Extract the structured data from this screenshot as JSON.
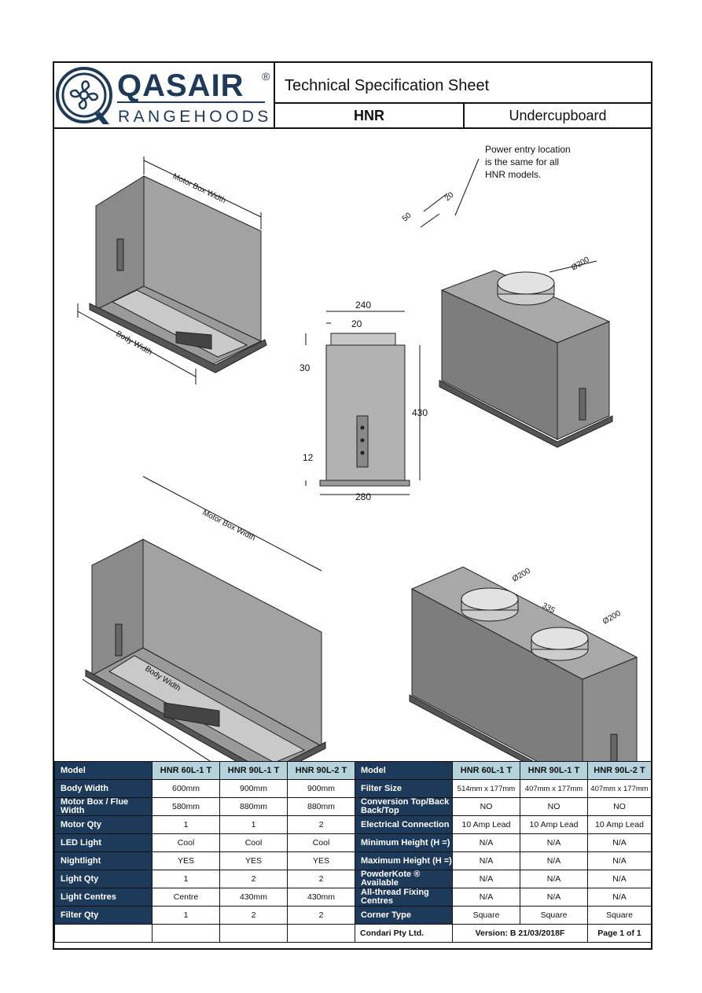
{
  "logo": {
    "wordmark": "QASAIR",
    "registered": "®",
    "subtitle": "RANGEHOODS"
  },
  "header": {
    "title": "Technical Specification Sheet",
    "model": "HNR",
    "type": "Undercupboard"
  },
  "drawing": {
    "power_note": [
      "Power entry location",
      "is the same for all",
      "HNR models."
    ],
    "labels": {
      "motor_box_width": "Motor Box Width",
      "body_width": "Body Width"
    },
    "dims": {
      "d20a": "20",
      "d50": "50",
      "dia200a": "Ø200",
      "dia200b": "Ø200",
      "dia200c": "Ø200",
      "d335": "335",
      "d240": "240",
      "d20b": "20",
      "d30": "30",
      "d430": "430",
      "d12": "12",
      "d280": "280"
    }
  },
  "spec_left": {
    "header": [
      "Model",
      "HNR 60L-1 T",
      "HNR 90L-1 T",
      "HNR 90L-2 T"
    ],
    "rows": [
      [
        "Body Width",
        "600mm",
        "900mm",
        "900mm"
      ],
      [
        "Motor Box / Flue Width",
        "580mm",
        "880mm",
        "880mm"
      ],
      [
        "Motor Qty",
        "1",
        "1",
        "2"
      ],
      [
        "LED Light",
        "Cool",
        "Cool",
        "Cool"
      ],
      [
        "Nightlight",
        "YES",
        "YES",
        "YES"
      ],
      [
        "Light Qty",
        "1",
        "2",
        "2"
      ],
      [
        "Light Centres",
        "Centre",
        "430mm",
        "430mm"
      ],
      [
        "Filter Qty",
        "1",
        "2",
        "2"
      ]
    ]
  },
  "spec_right": {
    "header": [
      "Model",
      "HNR 60L-1 T",
      "HNR 90L-1 T",
      "HNR 90L-2 T"
    ],
    "rows": [
      [
        "Filter Size",
        "514mm x 177mm",
        "407mm x 177mm",
        "407mm x 177mm"
      ],
      [
        "Conversion Top/Back  Back/Top",
        "NO",
        "NO",
        "NO"
      ],
      [
        "Electrical Connection",
        "10 Amp Lead",
        "10 Amp Lead",
        "10 Amp Lead"
      ],
      [
        "Minimum Height (H =)",
        "N/A",
        "N/A",
        "N/A"
      ],
      [
        "Maximum Height (H =)",
        "N/A",
        "N/A",
        "N/A"
      ],
      [
        "PowderKote ® Available",
        "N/A",
        "N/A",
        "N/A"
      ],
      [
        "All-thread Fixing Centres",
        "N/A",
        "N/A",
        "N/A"
      ],
      [
        "Corner Type",
        "Square",
        "Square",
        "Square"
      ]
    ]
  },
  "footer": {
    "company": "Condari Pty Ltd.",
    "version": "Version: B  21/03/2018F",
    "page": "Page 1 of 1"
  },
  "colors": {
    "navy": "#1d3a5a",
    "header_cell": "#b5d3dc"
  }
}
